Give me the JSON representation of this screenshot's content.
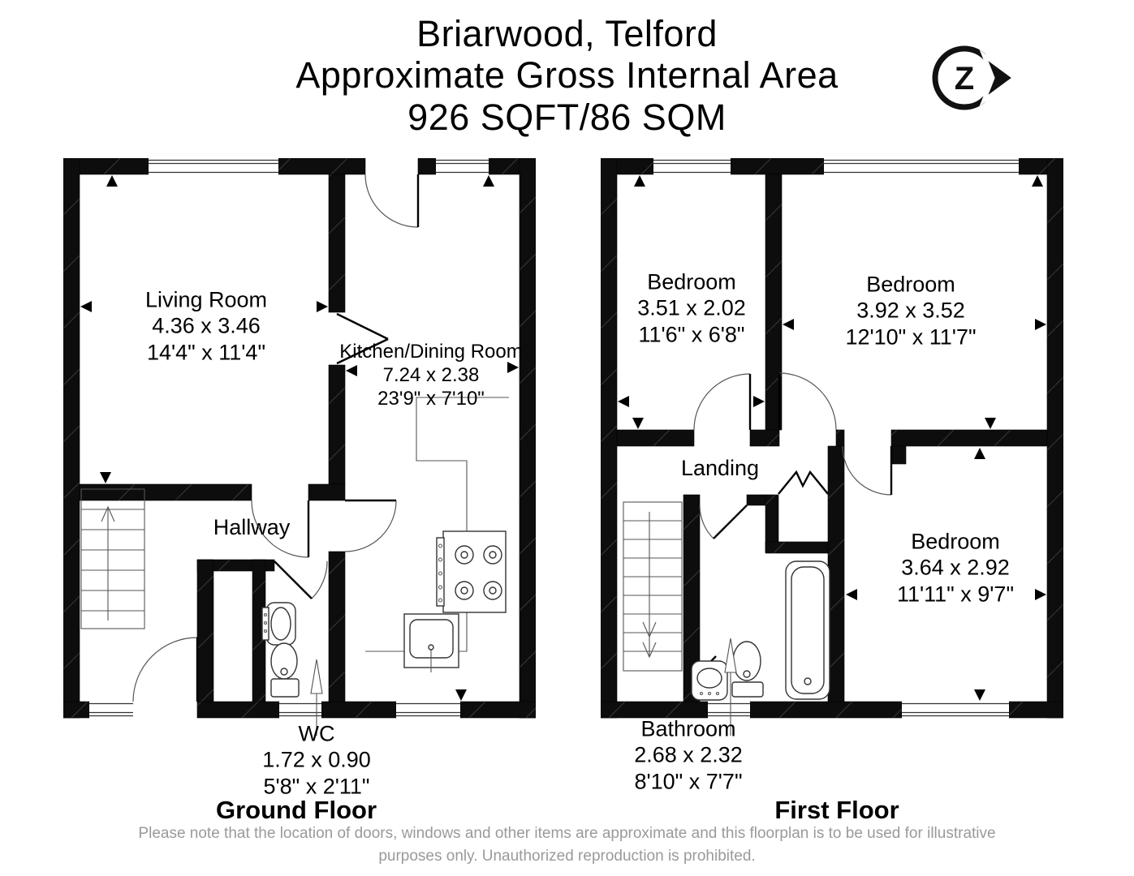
{
  "title": {
    "line1": "Briarwood, Telford",
    "line2": "Approximate Gross Internal Area",
    "line3": "926 SQFT/86 SQM"
  },
  "compass": {
    "letter": "Z"
  },
  "ground_floor": {
    "label": "Ground Floor",
    "living_room": {
      "name": "Living Room",
      "metric": "4.36 x 3.46",
      "imperial": "14'4\" x 11'4\""
    },
    "kitchen": {
      "name": "Kitchen/Dining Room",
      "metric": "7.24 x 2.38",
      "imperial": "23'9\" x 7'10\""
    },
    "hallway": {
      "name": "Hallway"
    },
    "wc": {
      "name": "WC",
      "metric": "1.72 x 0.90",
      "imperial": "5'8\" x 2'11\""
    }
  },
  "first_floor": {
    "label": "First Floor",
    "bedroom1": {
      "name": "Bedroom",
      "metric": "3.51 x 2.02",
      "imperial": "11'6\" x 6'8\""
    },
    "bedroom2": {
      "name": "Bedroom",
      "metric": "3.92 x 3.52",
      "imperial": "12'10\" x 11'7\""
    },
    "landing": {
      "name": "Landing"
    },
    "bedroom3": {
      "name": "Bedroom",
      "metric": "3.64 x 2.92",
      "imperial": "11'11\" x 9'7\""
    },
    "bathroom": {
      "name": "Bathroom",
      "metric": "2.68 x 2.32",
      "imperial": "8'10\" x 7'7\""
    }
  },
  "footer": {
    "disclaimer": "Please note that the location of doors, windows and other items are approximate and this floorplan is to be used for illustrative purposes only. Unauthorized reproduction is prohibited."
  }
}
